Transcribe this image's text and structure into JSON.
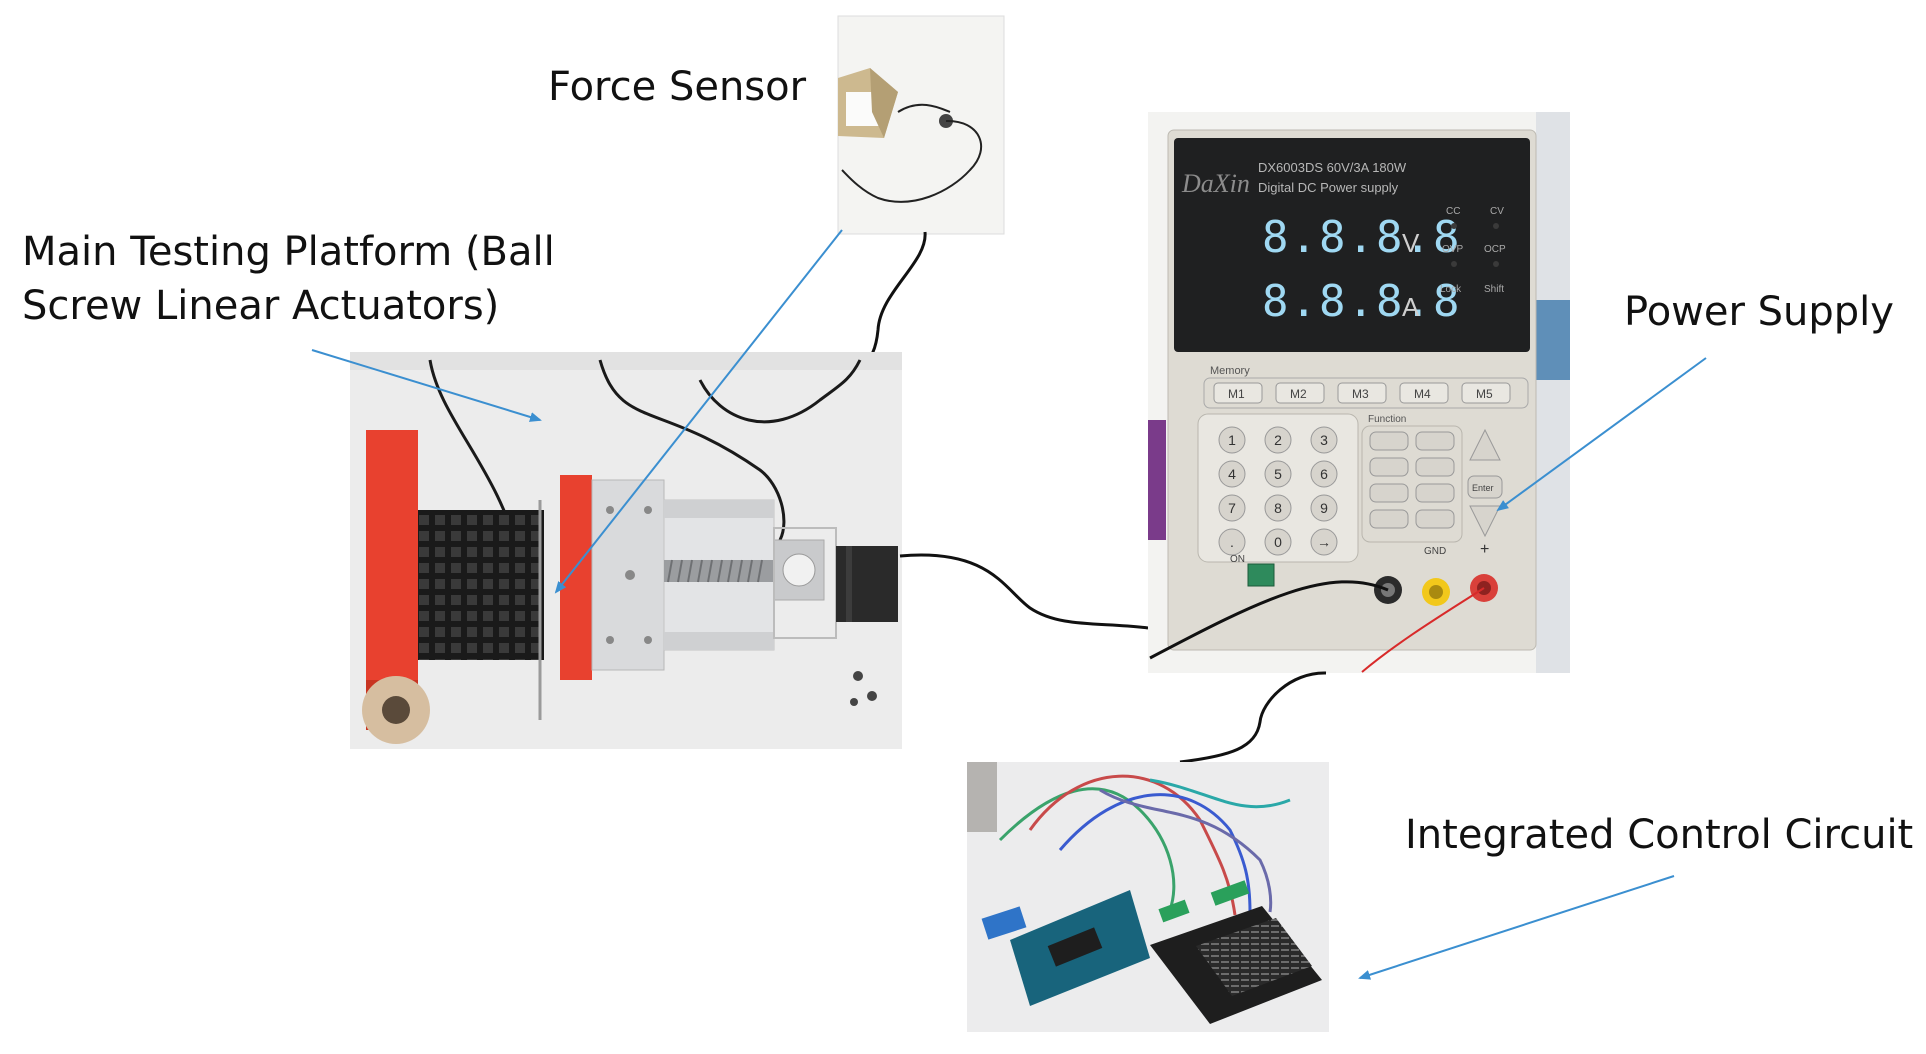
{
  "labels": {
    "force_sensor": "Force Sensor",
    "main_platform_line1": "Main Testing Platform (Ball",
    "main_platform_line2": "Screw Linear Actuators)",
    "power_supply": "Power Supply",
    "control_circuit": "Integrated Control Circuit"
  },
  "device": {
    "brand": "DaXin",
    "model_line": "DX6003DS  60V/3A  180W",
    "product_line": "Digital DC Power supply",
    "display_voltage": "8.8.8.8",
    "display_current": "8.8.8.8",
    "unit_v": "V",
    "unit_a": "A",
    "indicators": [
      "CC",
      "CV",
      "OVP",
      "OCP",
      "Lock",
      "Shift"
    ],
    "memory_label": "Memory",
    "memory_buttons": [
      "M1",
      "M2",
      "M3",
      "M4",
      "M5"
    ],
    "function_label": "Function",
    "keypad": [
      "1",
      "2",
      "3",
      "4",
      "5",
      "6",
      "7",
      "8",
      "9",
      ".",
      "0",
      "→"
    ],
    "enter_label": "Enter",
    "on_label": "ON",
    "plus_label": "+",
    "gnd_label": "GND"
  },
  "colors": {
    "arrow": "#3b8fd0",
    "cable": "#111111",
    "red_plate": "#e8412f",
    "display_digits": "#9fd8f2"
  }
}
